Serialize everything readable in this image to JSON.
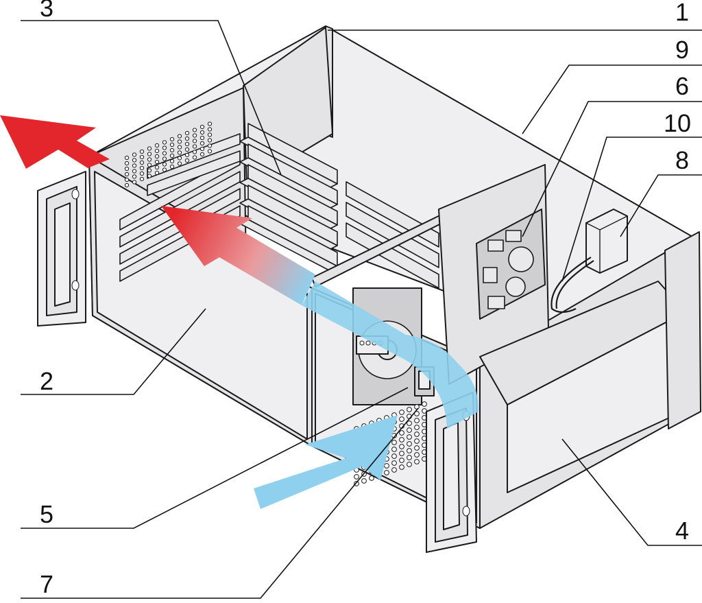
{
  "diagram": {
    "colors": {
      "hot_air": "#e2262b",
      "cool_air": "#8fd0ee",
      "chassis_fill": "#e4e4e6",
      "outline": "#1a1a1a"
    },
    "callouts": [
      {
        "label": "1"
      },
      {
        "label": "9"
      },
      {
        "label": "6"
      },
      {
        "label": "10"
      },
      {
        "label": "8"
      },
      {
        "label": "3"
      },
      {
        "label": "2"
      },
      {
        "label": "5"
      },
      {
        "label": "7"
      },
      {
        "label": "4"
      }
    ],
    "icons": [
      "rack-handle-left-icon",
      "rack-handle-right-icon",
      "cooling-fan-icon",
      "power-switch-icon",
      "hot-air-arrow-icon",
      "cool-air-arrow-icon"
    ]
  }
}
